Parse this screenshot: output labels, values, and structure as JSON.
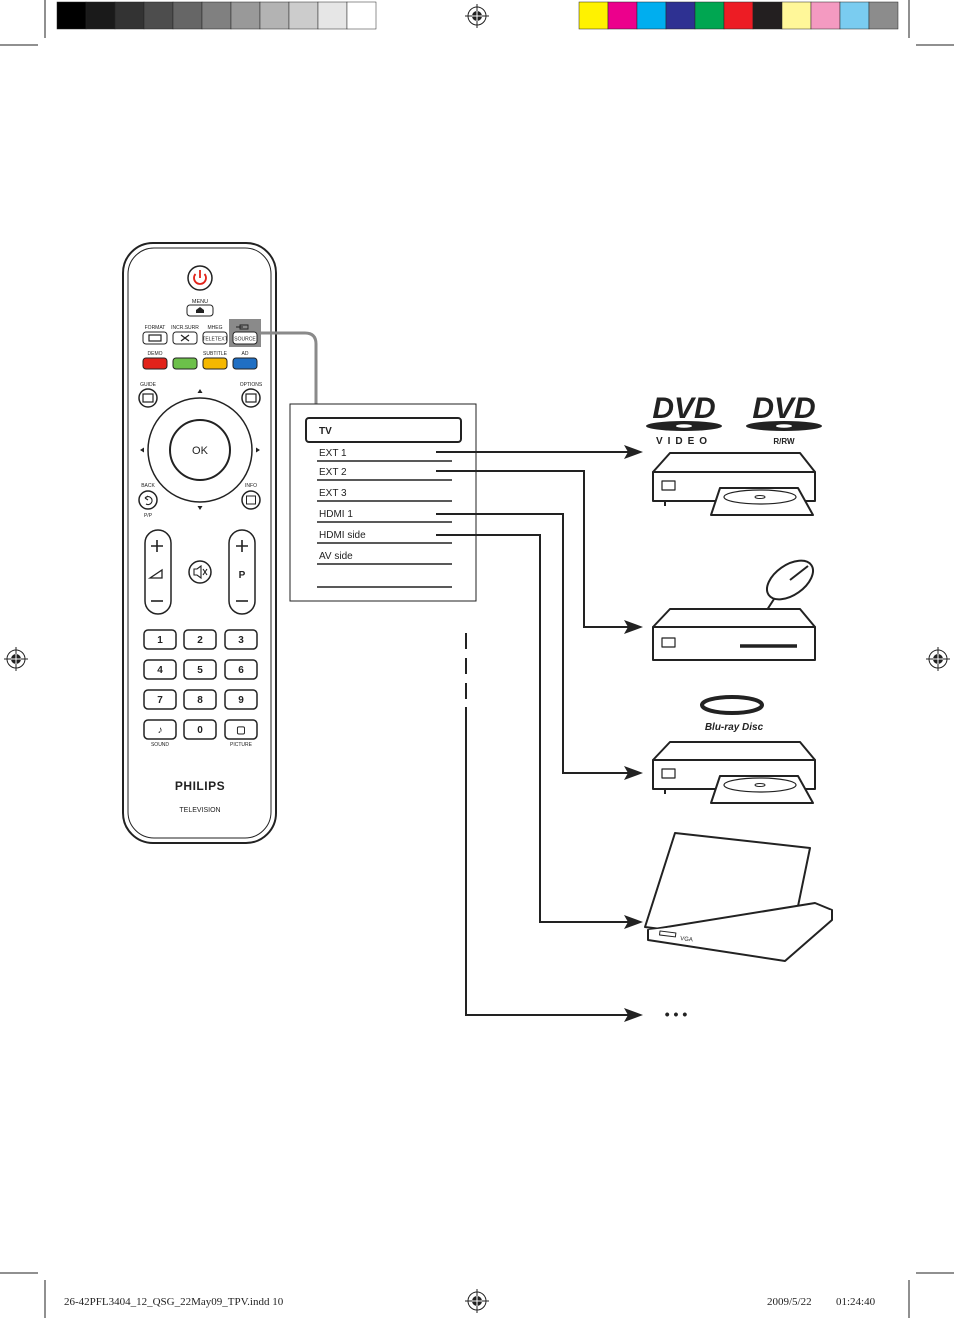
{
  "color_bar": {
    "grays": [
      "#000000",
      "#1a1a1a",
      "#333333",
      "#4d4d4d",
      "#666666",
      "#808080",
      "#999999",
      "#b3b3b3",
      "#cccccc",
      "#e6e6e6",
      "#ffffff"
    ],
    "colors": [
      "#fff200",
      "#ec008c",
      "#00aeef",
      "#2e3192",
      "#00a651",
      "#ed1c24",
      "#231f20",
      "#fff799",
      "#f49ac1",
      "#7accf0",
      "#8c8c8c"
    ]
  },
  "remote": {
    "brand": "PHILIPS",
    "subtitle": "TELEVISION",
    "labels": {
      "menu": "MENU",
      "format": "FORMAT",
      "incr_surr": "INCR.SURR",
      "mheg": "MHEG",
      "teletext": "TELETEXT",
      "source": "SOURCE",
      "demo": "DEMO",
      "subtitle": "SUBTITLE",
      "ad": "AD",
      "guide": "GUIDE",
      "options": "OPTIONS",
      "ok": "OK",
      "back": "BACK",
      "pp": "P/P",
      "info": "INFO",
      "p": "P",
      "sound": "SOUND",
      "picture": "PICTURE"
    },
    "keys": [
      "1",
      "2",
      "3",
      "4",
      "5",
      "6",
      "7",
      "8",
      "9",
      "♪",
      "0",
      "▢"
    ],
    "colors": {
      "power": "#e2231a",
      "red": "#e2231a",
      "green": "#6cc04a",
      "yellow": "#f5b800",
      "blue": "#1f6fc4"
    }
  },
  "source_menu": {
    "selected": "TV",
    "items": [
      "EXT 1",
      "EXT 2",
      "EXT 3",
      "HDMI 1",
      "HDMI side",
      "AV side"
    ]
  },
  "devices": {
    "dvd_logo_1_text": "DVD",
    "dvd_logo_1_sub": "VIDEO",
    "dvd_logo_2_text": "DVD",
    "dvd_logo_2_sub": "R/RW",
    "bluray_logo": "Blu-ray Disc",
    "laptop_port": "VGA",
    "more": "• • •"
  },
  "footer": {
    "file": "26-42PFL3404_12_QSG_22May09_TPV.indd   10",
    "date": "2009/5/22",
    "time": "01:24:40"
  }
}
